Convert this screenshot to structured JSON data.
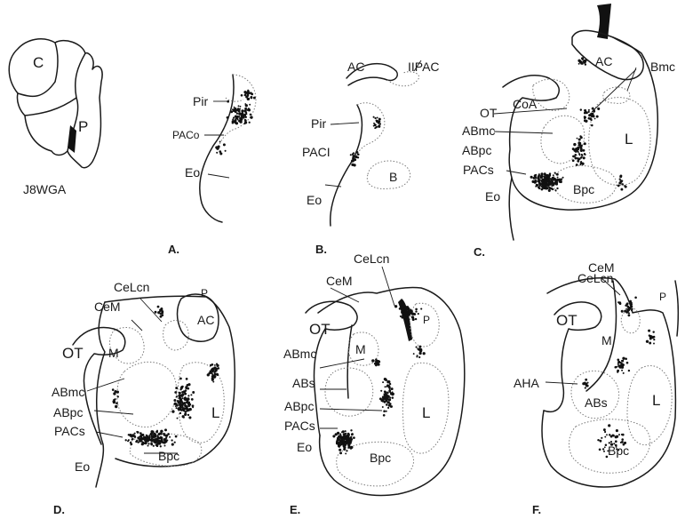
{
  "panels": {
    "inset": {
      "c_label": "C",
      "p_label": "P",
      "case_id": "J8WGA"
    },
    "A": {
      "panel_label": "A.",
      "labels": {
        "pir": "Pir",
        "paco": "PACo",
        "eo": "Eo"
      }
    },
    "B": {
      "panel_label": "B.",
      "labels": {
        "ac": "AC",
        "iipac": "IIPAC",
        "pir": "Pir",
        "paci": "PACI",
        "b": "B",
        "eo": "Eo"
      }
    },
    "C": {
      "panel_label": "C.",
      "labels": {
        "ac": "AC",
        "bmc": "Bmc",
        "ot": "OT",
        "coa": "CoA",
        "abmc": "ABmc",
        "abpc": "ABpc",
        "pacs": "PACs",
        "eo": "Eo",
        "l": "L",
        "bpc": "Bpc"
      }
    },
    "D": {
      "panel_label": "D.",
      "labels": {
        "celcn": "CeLcn",
        "cem": "CeM",
        "p": "P",
        "ac": "AC",
        "ot": "OT",
        "m": "M",
        "abmc": "ABmc",
        "abpc": "ABpc",
        "pacs": "PACs",
        "l": "L",
        "eo": "Eo",
        "bpc": "Bpc"
      }
    },
    "E": {
      "panel_label": "E.",
      "labels": {
        "celcn": "CeLcn",
        "cem": "CeM",
        "p": "P",
        "ot": "OT",
        "m": "M",
        "abmc": "ABmc",
        "abs": "ABs",
        "abpc": "ABpc",
        "pacs": "PACs",
        "l": "L",
        "eo": "Eo",
        "bpc": "Bpc"
      }
    },
    "F": {
      "panel_label": "F.",
      "labels": {
        "cem": "CeM",
        "celcn": "CeLcn",
        "p": "P",
        "ot": "OT",
        "m": "M",
        "aha": "AHA",
        "abs": "ABs",
        "l": "L",
        "bpc": "Bpc"
      }
    }
  },
  "colors": {
    "ink": "#1a1a1a",
    "dotted_outline": "#7a7a7a",
    "labeled_cell": "#111111",
    "background": "#ffffff"
  }
}
